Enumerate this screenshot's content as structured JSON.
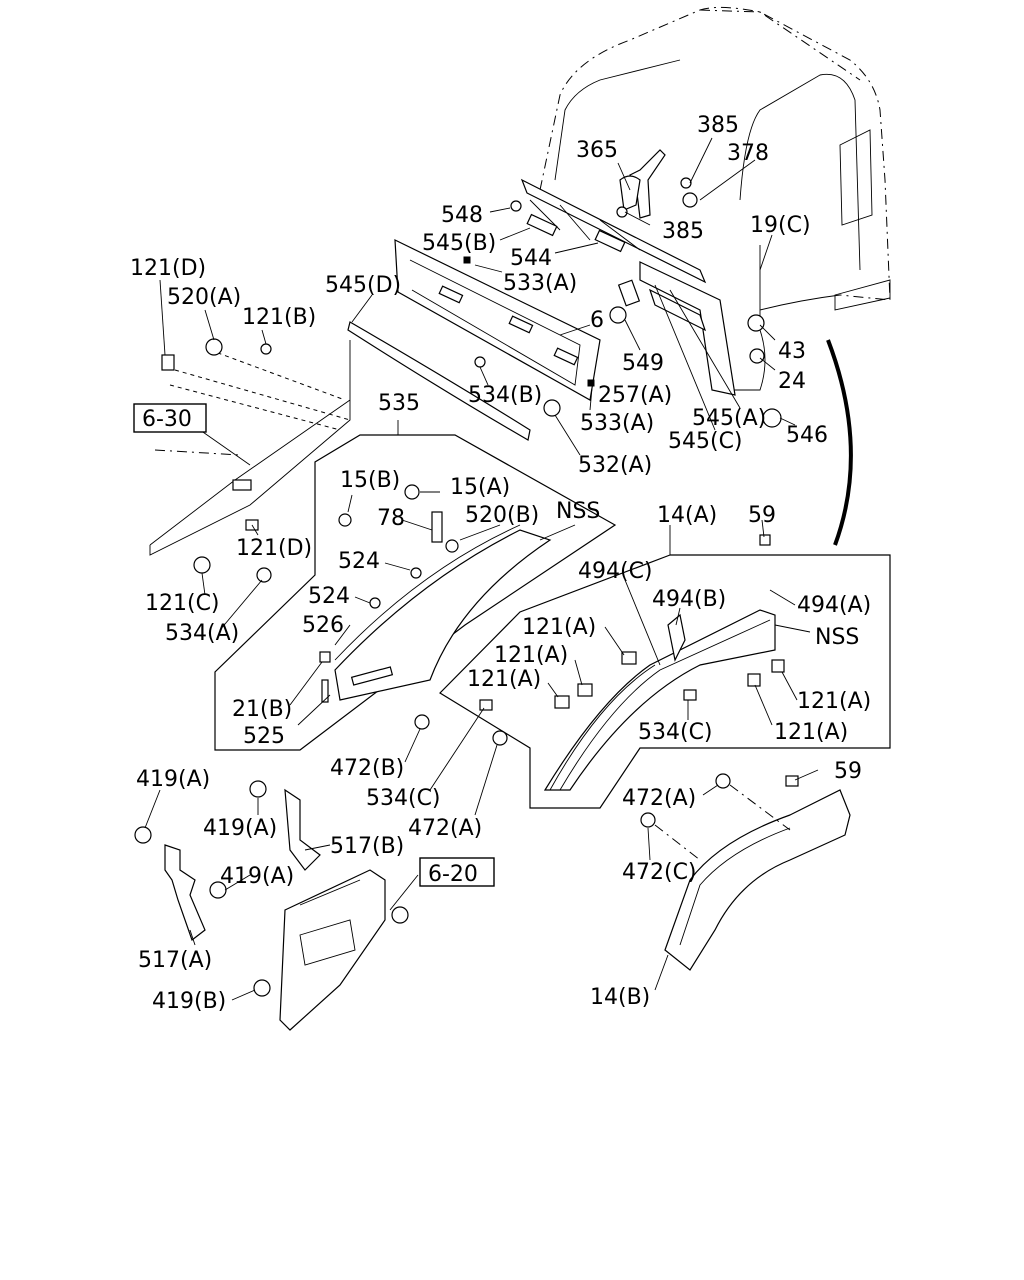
{
  "labels": {
    "l385a": "385",
    "l365": "365",
    "l378": "378",
    "l548": "548",
    "l385b": "385",
    "l545b": "545(B)",
    "l19c": "19(C)",
    "l544": "544",
    "l121d_top": "121(D)",
    "l533a_top": "533(A)",
    "l545d": "545(D)",
    "l520a": "520(A)",
    "l121b": "121(B)",
    "l6": "6",
    "l43": "43",
    "l549": "549",
    "l24": "24",
    "l534b": "534(B)",
    "l257a": "257(A)",
    "l535": "535",
    "l545a": "545(A)",
    "l533a_bot": "533(A)",
    "l546": "546",
    "l630": "6-30",
    "l545c": "545(C)",
    "l532a": "532(A)",
    "l15b": "15(B)",
    "l15a": "15(A)",
    "l78": "78",
    "l520b": "520(B)",
    "lnss1": "NSS",
    "l14a": "14(A)",
    "l59a": "59",
    "l121d_mid": "121(D)",
    "l524a": "524",
    "l494c": "494(C)",
    "l121c": "121(C)",
    "l524b": "524",
    "l494b": "494(B)",
    "l494a": "494(A)",
    "l534a": "534(A)",
    "l526": "526",
    "l121a_1": "121(A)",
    "lnss2": "NSS",
    "l121a_2": "121(A)",
    "l121a_3": "121(A)",
    "l121a_4": "121(A)",
    "l21b": "21(B)",
    "l534c_r": "534(C)",
    "l121a_5": "121(A)",
    "l525": "525",
    "l472b": "472(B)",
    "l419a_1": "419(A)",
    "l59b": "59",
    "l534c": "534(C)",
    "l472a_r": "472(A)",
    "l419a_2": "419(A)",
    "l472a": "472(A)",
    "l517b": "517(B)",
    "l620": "6-20",
    "l419a_3": "419(A)",
    "l472c": "472(C)",
    "l517a": "517(A)",
    "l419b": "419(B)",
    "l14b": "14(B)"
  }
}
